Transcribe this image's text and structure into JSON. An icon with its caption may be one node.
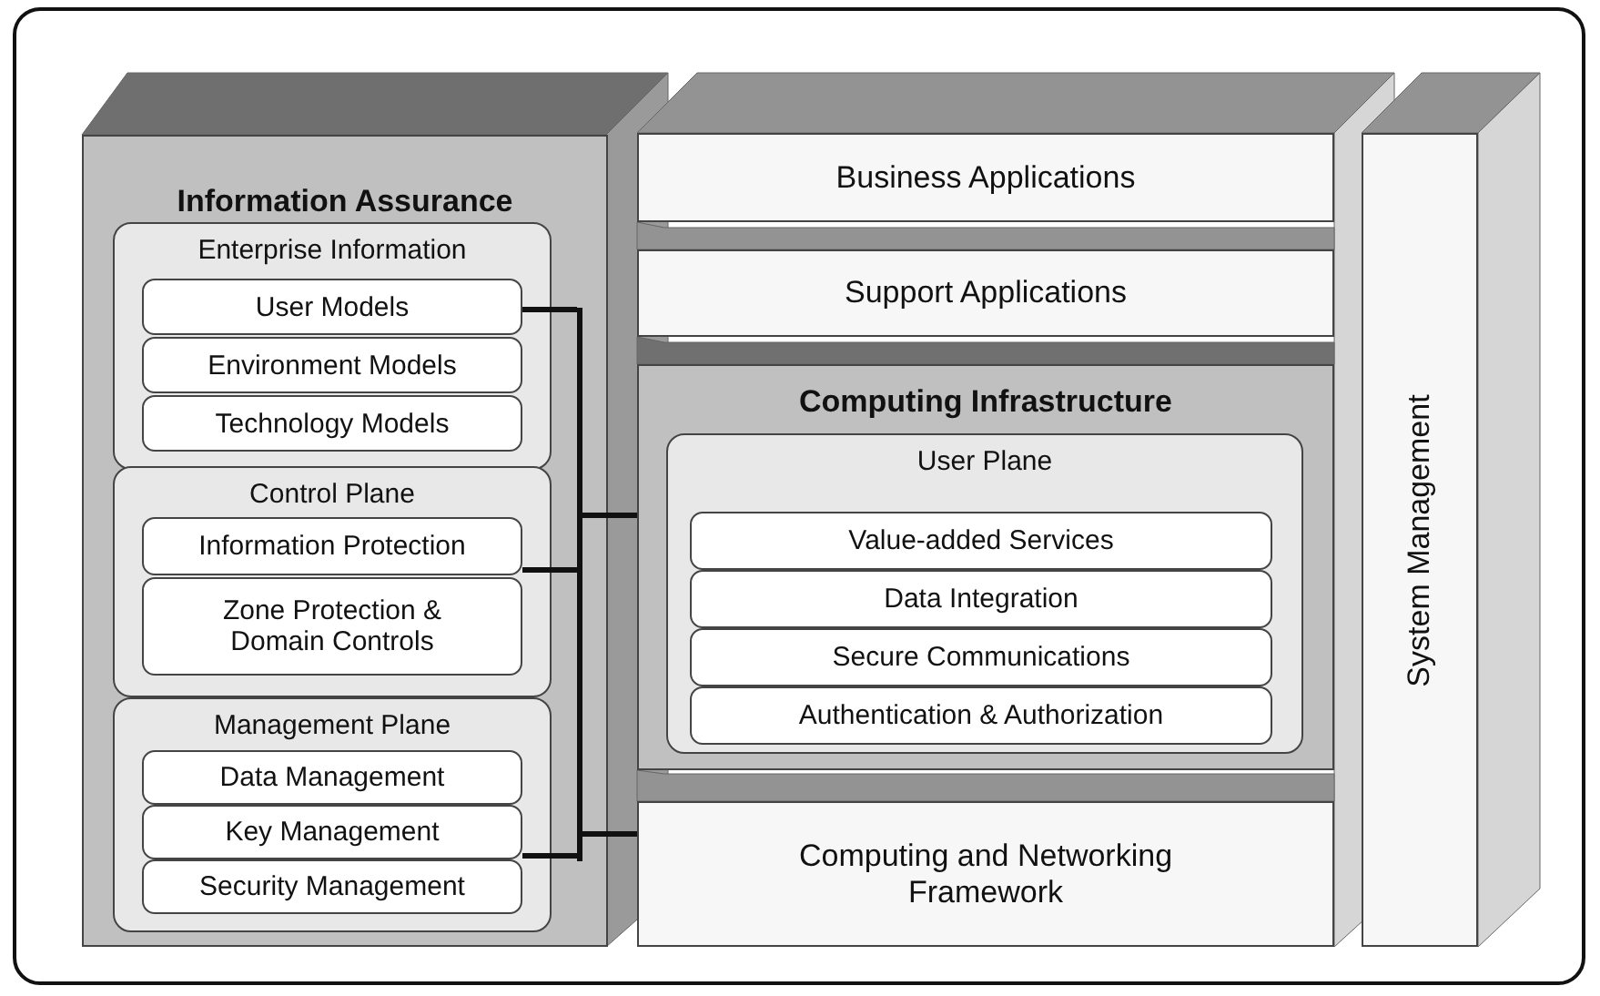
{
  "diagram": {
    "nodes": [
      {
        "text": [
          "Information Assurance"
        ]
      },
      {
        "text": [
          "Enterprise Information"
        ],
        "in": 0
      },
      {
        "text": [
          "User Models"
        ],
        "in": 1
      },
      {
        "text": [
          "Environment Models"
        ],
        "in": 1
      },
      {
        "text": [
          "Technology Models"
        ],
        "in": 1
      },
      {
        "text": [
          "Control Plane"
        ],
        "in": 0
      },
      {
        "text": [
          "Information Protection"
        ],
        "in": 5
      },
      {
        "text": [
          "Zone Protection & Domain Controls"
        ],
        "in": 5
      },
      {
        "text": [
          "Management Plane"
        ],
        "in": 0
      },
      {
        "text": [
          "Data Management"
        ],
        "in": 8
      },
      {
        "text": [
          "Key Management"
        ],
        "in": 8
      },
      {
        "text": [
          "Security Management"
        ],
        "in": 8
      },
      {
        "text": [
          "Business Applications"
        ]
      },
      {
        "text": [
          "Support Applications"
        ]
      },
      {
        "text": [
          "Computing Infrastructure"
        ]
      },
      {
        "text": [
          "User Plane"
        ],
        "in": 14
      },
      {
        "text": [
          "Value-added Services"
        ],
        "in": 15
      },
      {
        "text": [
          "Data Integration"
        ],
        "in": 15
      },
      {
        "text": [
          "Secure Communications"
        ],
        "in": 15
      },
      {
        "text": [
          "Authentication & Authorization"
        ],
        "in": 15
      },
      {
        "text": [
          "Computing and Networking Framework"
        ]
      },
      {
        "text": [
          "System Management"
        ]
      },
      {
        "text": [],
        "shape": "bar",
        "in": 0
      }
    ],
    "edges": [
      {
        "from": 2,
        "to": 22,
        "arrow": "none"
      },
      {
        "from": 6,
        "to": 22,
        "arrow": "none"
      },
      {
        "from": 10,
        "to": 22,
        "arrow": "none"
      },
      {
        "from": 22,
        "to": 14,
        "arrow": "none"
      },
      {
        "from": 22,
        "to": 20,
        "arrow": "none"
      }
    ]
  }
}
